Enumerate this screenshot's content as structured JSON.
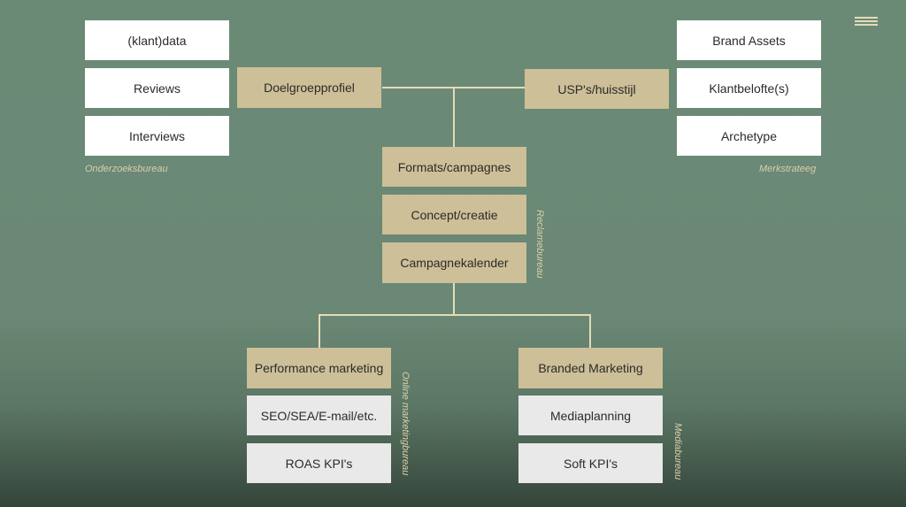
{
  "left_column": {
    "items": [
      "(klant)data",
      "Reviews",
      "Interviews"
    ],
    "caption": "Onderzoeksbureau"
  },
  "right_column": {
    "items": [
      "Brand Assets",
      "Klantbelofte(s)",
      "Archetype"
    ],
    "caption": "Merkstrateeg"
  },
  "top_connectors": {
    "left": "Doelgroepprofiel",
    "right": "USP's/huisstijl"
  },
  "center_column": {
    "items": [
      "Formats/campagnes",
      "Concept/creatie",
      "Campagnekalender"
    ],
    "caption": "Reclamebureau"
  },
  "bottom_left": {
    "header": "Performance marketing",
    "items": [
      "SEO/SEA/E-mail/etc.",
      "ROAS KPI's"
    ],
    "caption": "Online marketingbureau"
  },
  "bottom_right": {
    "header": "Branded Marketing",
    "items": [
      "Mediaplanning",
      "Soft KPI's"
    ],
    "caption": "Mediabureau"
  },
  "menu": {
    "icon": "hamburger-menu-icon"
  }
}
